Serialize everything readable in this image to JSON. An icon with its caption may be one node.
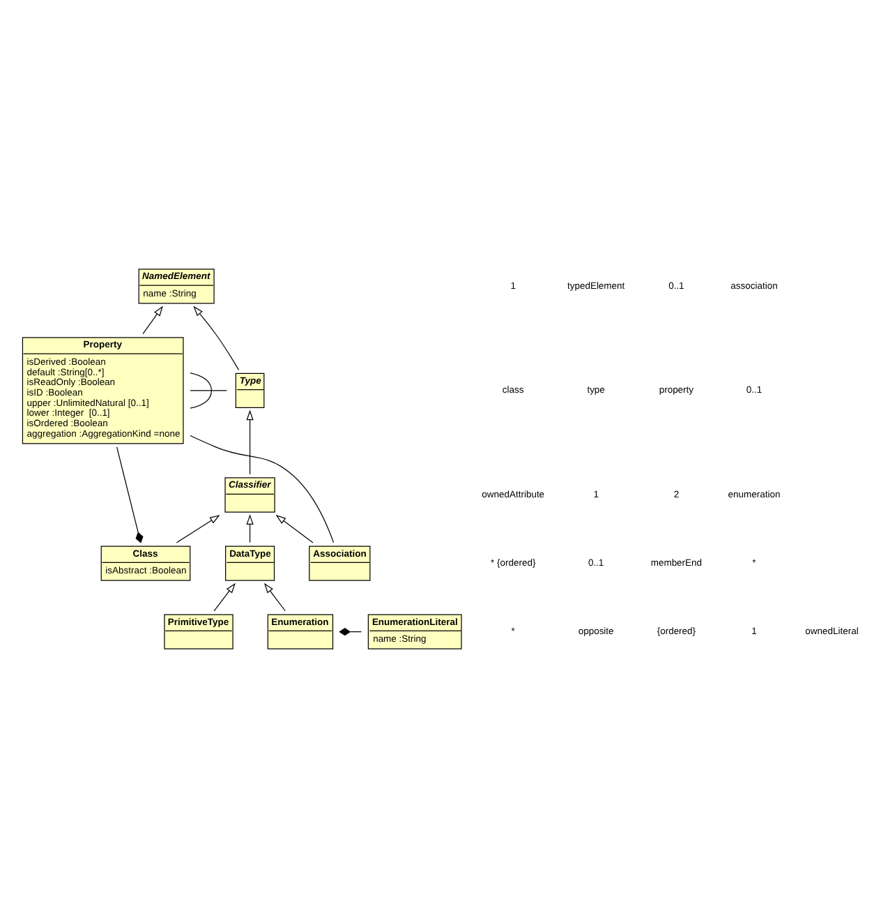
{
  "diagram": {
    "nodes": [
      {
        "text": [
          "Class",
          "isAbstract :Boolean"
        ]
      },
      {
        "text": [
          "NamedElement",
          "name :String"
        ]
      },
      {
        "text": [
          "Property",
          "isDerived :Boolean",
          "default :String[0..*]",
          "isReadOnly :Boolean",
          "isID :Boolean",
          "upper :UnlimitedNatural [0..1]",
          "lower :Integer  [0..1]",
          "isOrdered :Boolean",
          "aggregation :AggregationKind =none"
        ]
      },
      {
        "text": [
          "Type"
        ]
      },
      {
        "text": [
          "Classifier"
        ]
      },
      {
        "text": [
          "DataType"
        ]
      },
      {
        "text": [
          "PrimitiveType"
        ]
      },
      {
        "text": [
          "Association"
        ]
      },
      {
        "text": [
          "Enumeration"
        ]
      },
      {
        "text": [
          "EnumerationLiteral",
          "name :String"
        ]
      }
    ],
    "edges": [
      {
        "from": 0,
        "to": 2,
        "arrow": "other"
      },
      {
        "from": 2,
        "to": 1,
        "arrow": "to"
      },
      {
        "from": 2,
        "to": 3,
        "arrow": "none"
      },
      {
        "from": 2,
        "to": 2,
        "arrow": "none"
      },
      {
        "from": 3,
        "to": 1,
        "arrow": "to"
      },
      {
        "from": 0,
        "to": 4,
        "arrow": "to"
      },
      {
        "from": 4,
        "to": 3,
        "arrow": "to"
      },
      {
        "from": 5,
        "to": 4,
        "arrow": "to"
      },
      {
        "from": 6,
        "to": 5,
        "arrow": "to"
      },
      {
        "from": 7,
        "to": 4,
        "arrow": "to"
      },
      {
        "from": 2,
        "to": 7,
        "arrow": "none"
      },
      {
        "from": 8,
        "to": 5,
        "arrow": "to"
      },
      {
        "from": 8,
        "to": 9,
        "arrow": "other"
      }
    ],
    "labels": [
      "1",
      "class",
      "ownedAttribute",
      "* {ordered}",
      "*",
      "typedElement",
      "type",
      "1",
      "0..1",
      "opposite",
      "0..1",
      "property",
      "2",
      "memberEnd",
      "{ordered}",
      "association",
      "0..1",
      "enumeration",
      "*",
      "1",
      "ownedLiteral"
    ]
  }
}
